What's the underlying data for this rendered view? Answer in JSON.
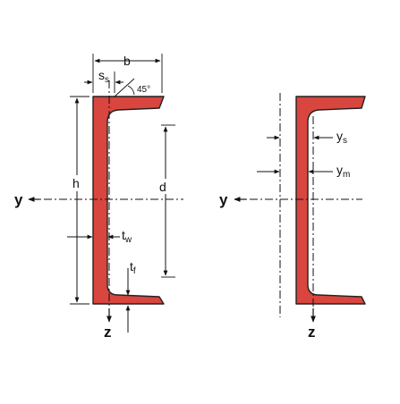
{
  "colors": {
    "section_fill": "#d9453f",
    "section_stroke": "#222222",
    "line": "#111111"
  },
  "left_figure": {
    "label_b": "b",
    "label_ss_main": "s",
    "label_ss_sub": "s",
    "label_angle": "45°",
    "label_h": "h",
    "label_d": "d",
    "label_y": "y",
    "label_tw_main": "t",
    "label_tw_sub": "w",
    "label_tf_main": "t",
    "label_tf_sub": "f",
    "label_z": "z"
  },
  "right_figure": {
    "label_y": "y",
    "label_ys_main": "y",
    "label_ys_sub": "s",
    "label_ym_main": "y",
    "label_ym_sub": "m",
    "label_z": "z"
  }
}
